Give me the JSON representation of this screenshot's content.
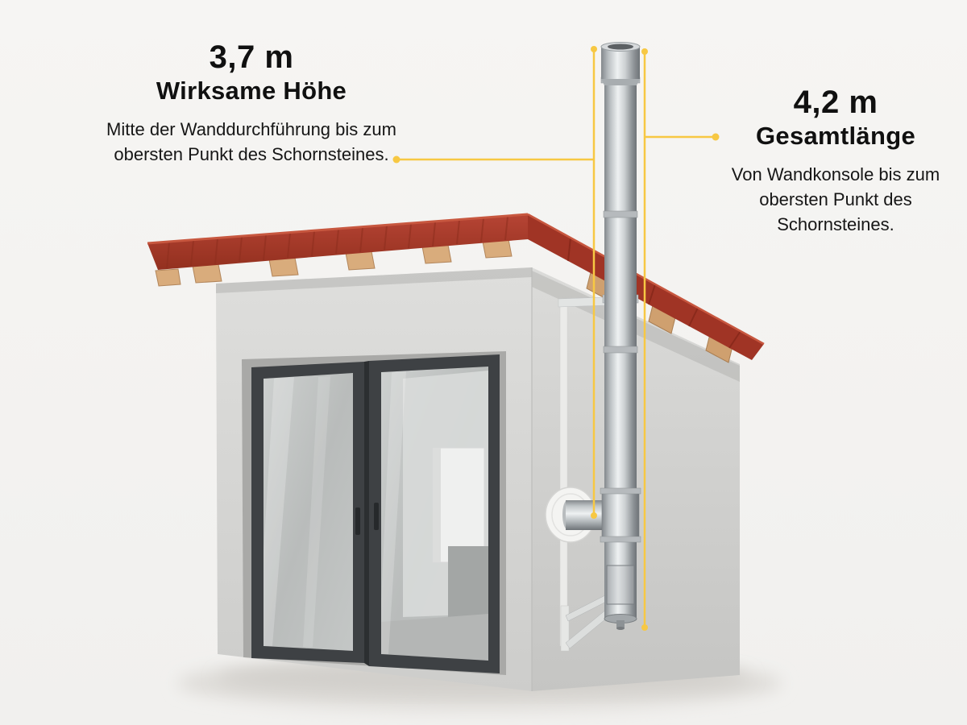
{
  "annotations": {
    "effective_height": {
      "value": "3,7 m",
      "label": "Wirksame Höhe",
      "description": "Mitte der Wanddurchführung bis zum obersten Punkt des Schornsteines."
    },
    "total_length": {
      "value": "4,2 m",
      "label": "Gesamtlänge",
      "description": "Von Wandkonsole bis zum obersten Punkt des Schornsteines."
    }
  },
  "colors": {
    "accent_yellow": "#f7c843",
    "roof_red": "#a9392a",
    "wall_concrete": "#d6d6d4",
    "steel": "#c9cdd0",
    "text": "#111111"
  },
  "scene": {
    "subject": "garden-house-with-wall-mounted-stainless-steel-chimney"
  }
}
